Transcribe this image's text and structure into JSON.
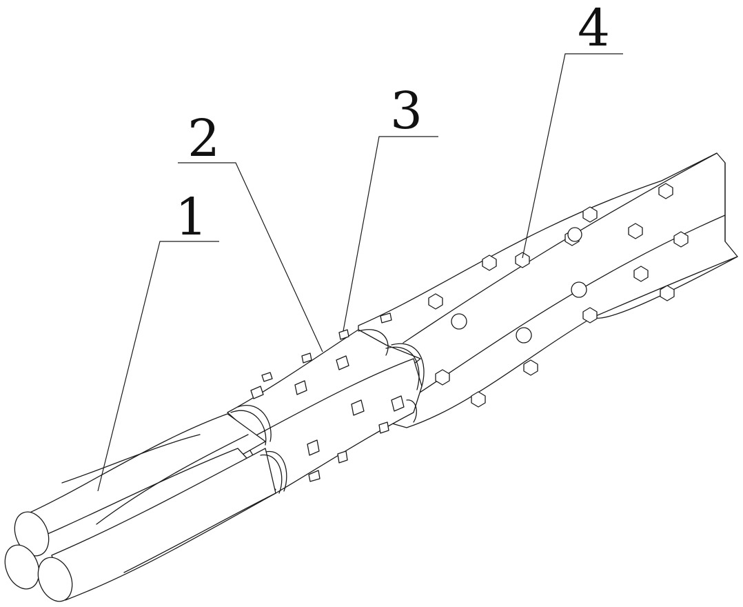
{
  "figure": {
    "callouts": [
      {
        "id": "1",
        "text": "1"
      },
      {
        "id": "2",
        "text": "2"
      },
      {
        "id": "3",
        "text": "3"
      },
      {
        "id": "4",
        "text": "4"
      }
    ]
  }
}
